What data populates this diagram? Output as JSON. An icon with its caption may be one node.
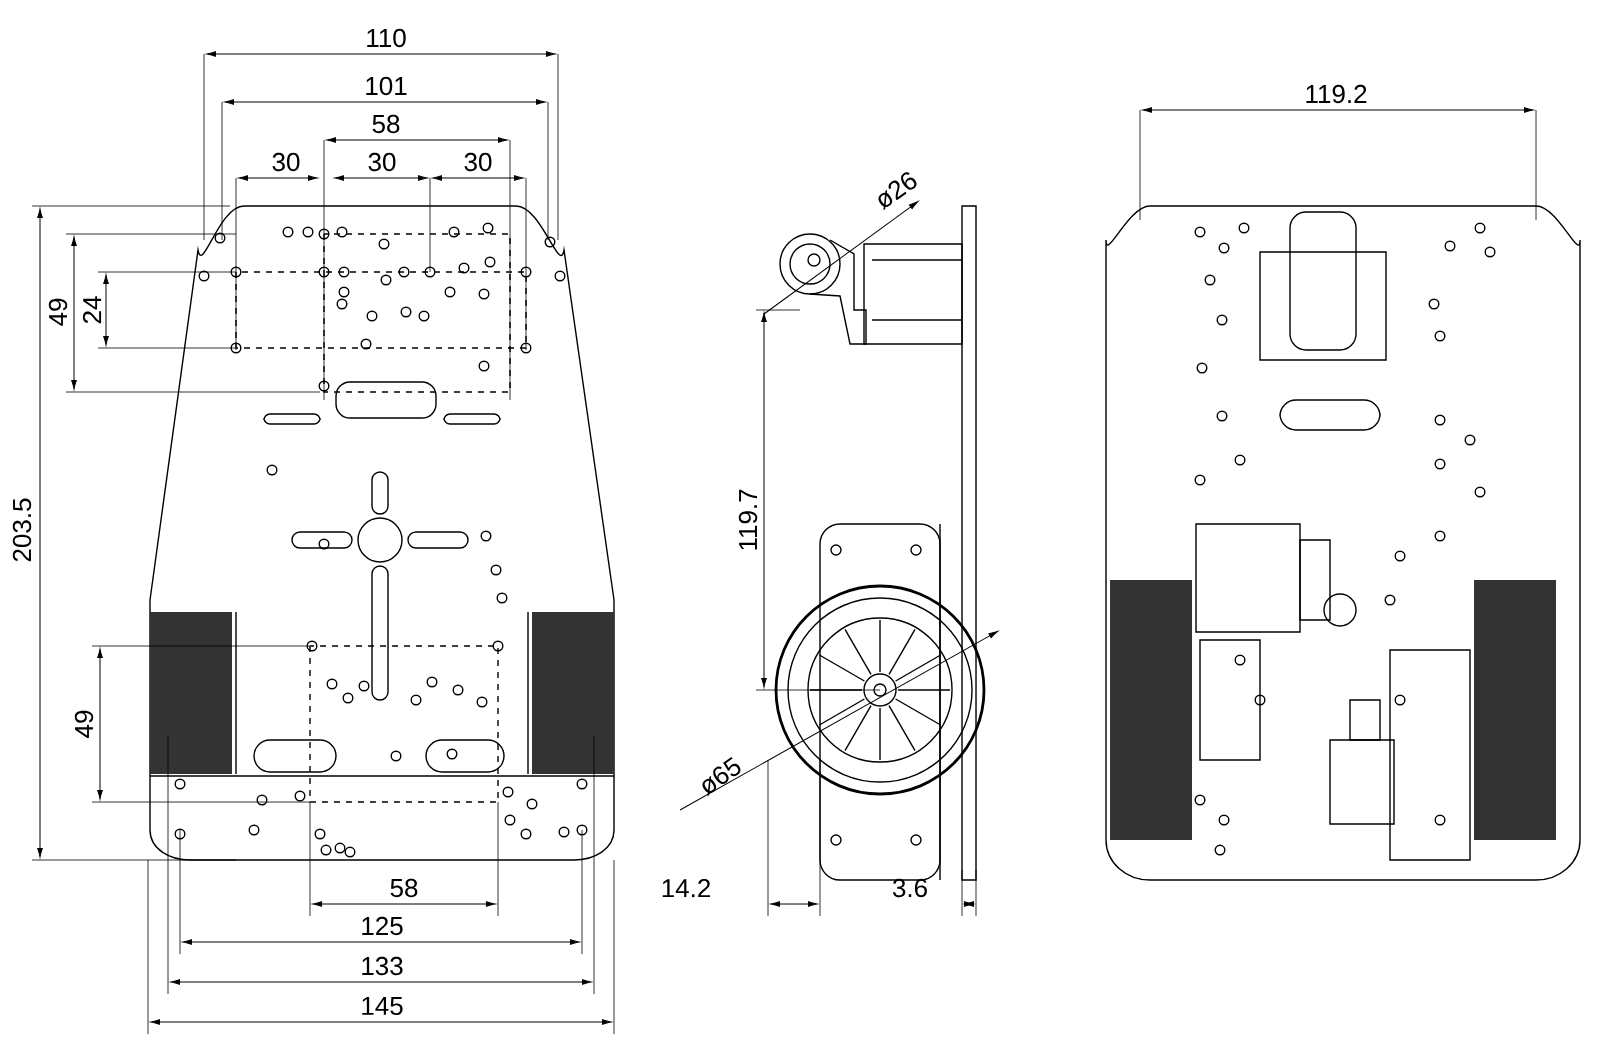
{
  "diagram": {
    "labels": [
      "110",
      "101",
      "58",
      "30",
      "30",
      "30",
      "119.2",
      "ø26",
      "49",
      "24",
      "203.5",
      "119.7",
      "49",
      "ø65",
      "58",
      "14.2",
      "3.6",
      "125",
      "133",
      "145"
    ]
  }
}
